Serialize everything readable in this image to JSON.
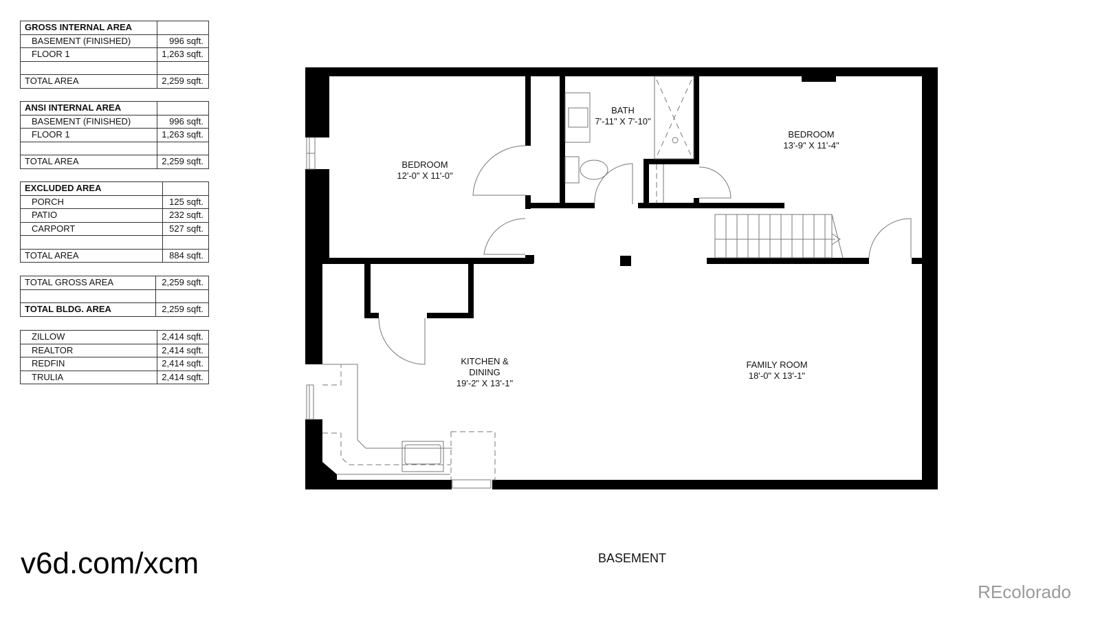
{
  "tables": {
    "gross": {
      "title": "GROSS INTERNAL AREA",
      "rows": [
        {
          "label": "BASEMENT (FINISHED)",
          "value": "996 sqft."
        },
        {
          "label": "FLOOR 1",
          "value": "1,263 sqft."
        }
      ],
      "total_label": "TOTAL AREA",
      "total_value": "2,259 sqft."
    },
    "ansi": {
      "title": "ANSI INTERNAL AREA",
      "rows": [
        {
          "label": "BASEMENT (FINISHED)",
          "value": "996 sqft."
        },
        {
          "label": "FLOOR 1",
          "value": "1,263 sqft."
        }
      ],
      "total_label": "TOTAL AREA",
      "total_value": "2,259 sqft."
    },
    "excluded": {
      "title": "EXCLUDED AREA",
      "rows": [
        {
          "label": "PORCH",
          "value": "125 sqft."
        },
        {
          "label": "PATIO",
          "value": "232 sqft."
        },
        {
          "label": "CARPORT",
          "value": "527 sqft."
        }
      ],
      "total_label": "TOTAL AREA",
      "total_value": "884 sqft."
    },
    "summary": {
      "gross_label": "TOTAL GROSS AREA",
      "gross_value": "2,259 sqft.",
      "bldg_label": "TOTAL BLDG. AREA",
      "bldg_value": "2,259 sqft."
    },
    "sites": {
      "rows": [
        {
          "label": "ZILLOW",
          "value": "2,414 sqft."
        },
        {
          "label": "REALTOR",
          "value": "2,414 sqft."
        },
        {
          "label": "REDFIN",
          "value": "2,414 sqft."
        },
        {
          "label": "TRULIA",
          "value": "2,414 sqft."
        }
      ]
    }
  },
  "rooms": [
    {
      "name": "BEDROOM",
      "size": "12'-0\" X 11'-0\""
    },
    {
      "name": "BATH",
      "size": "7'-11\" X 7'-10\""
    },
    {
      "name": "BEDROOM",
      "size": "13'-9\" X 11'-4\""
    },
    {
      "name": "KITCHEN &",
      "name2": "DINING",
      "size": "19'-2\" X 13'-1\""
    },
    {
      "name": "FAMILY ROOM",
      "size": "18'-0\" X 13'-1\""
    }
  ],
  "floor_label": "BASEMENT",
  "url": "v6d.com/xcm",
  "brand": "REcolorado",
  "colors": {
    "wall": "#000000",
    "brand_text": "#9a9a9a",
    "line": "#777777"
  }
}
